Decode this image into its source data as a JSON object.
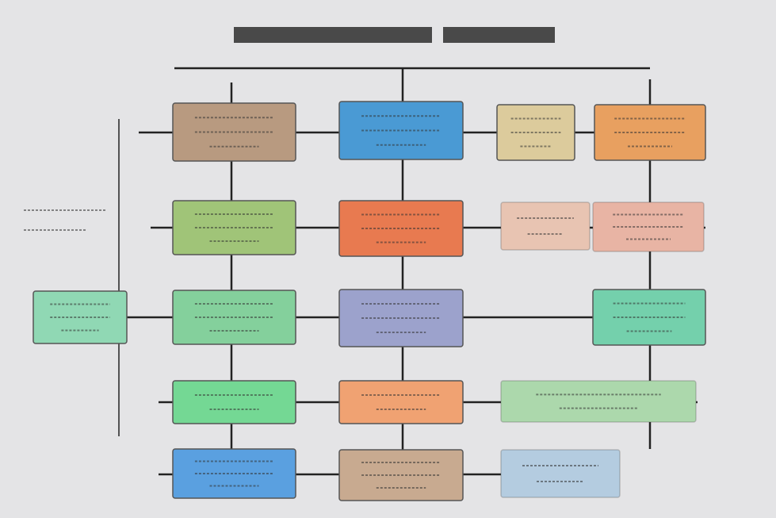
{
  "diagram": {
    "background": "#e4e4e6",
    "line_color": "#222222",
    "title_legible": false,
    "boxes": [
      {
        "row": 1,
        "col": 1,
        "color": "#b89a80"
      },
      {
        "row": 1,
        "col": 2,
        "color": "#4a9ad4"
      },
      {
        "row": 1,
        "col": 3,
        "color": "#dccb9c"
      },
      {
        "row": 1,
        "col": 4,
        "color": "#e8a060"
      },
      {
        "row": 2,
        "col": 1,
        "color": "#a0c478"
      },
      {
        "row": 2,
        "col": 2,
        "color": "#e87a50"
      },
      {
        "row": 2,
        "col": 3,
        "color": "#e8c4b2"
      },
      {
        "row": 2,
        "col": 4,
        "color": "#e8b4a4"
      },
      {
        "row": 3,
        "col": 0,
        "color": "#90d8b4"
      },
      {
        "row": 3,
        "col": 1,
        "color": "#84d09c"
      },
      {
        "row": 3,
        "col": 2,
        "color": "#9ca2cc"
      },
      {
        "row": 3,
        "col": 4,
        "color": "#74d0ac"
      },
      {
        "row": 4,
        "col": 1,
        "color": "#74d894"
      },
      {
        "row": 4,
        "col": 2,
        "color": "#f0a272"
      },
      {
        "row": 4,
        "col": 3,
        "color": "#acd8ac"
      },
      {
        "row": 5,
        "col": 1,
        "color": "#5aa0e0"
      },
      {
        "row": 5,
        "col": 2,
        "color": "#c8aa90"
      },
      {
        "row": 5,
        "col": 3,
        "color": "#b4cce0"
      }
    ]
  }
}
